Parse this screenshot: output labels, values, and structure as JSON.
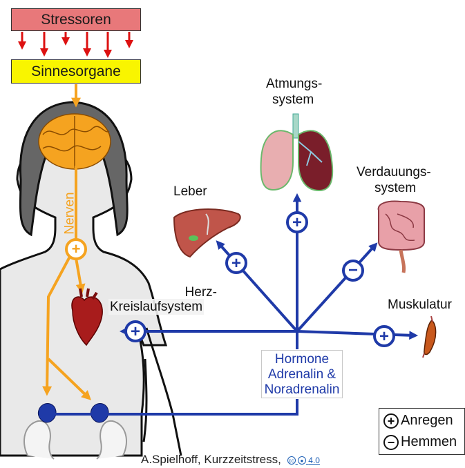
{
  "stressors": {
    "label": "Stressoren"
  },
  "senses": {
    "label": "Sinnesorgane"
  },
  "nerves": {
    "label": "Nerven"
  },
  "organs": {
    "atmung_line1": "Atmungs-",
    "atmung_line2": "system",
    "verdauung_line1": "Verdauungs-",
    "verdauung_line2": "system",
    "leber": "Leber",
    "muskulatur": "Muskulatur",
    "herz_line1": "Herz-",
    "herz_line2": "Kreislaufsystem"
  },
  "hormone": {
    "line1": "Hormone",
    "line2": "Adrenalin &",
    "line3": "Noradrenalin"
  },
  "legend": {
    "plus_symbol": "+",
    "plus_label": "Anregen",
    "minus_symbol": "−",
    "minus_label": "Hemmen"
  },
  "credit": {
    "text": "A.Spielhoff, Kurzzeitstress,",
    "license": "4.0",
    "cc_symbol": "cc"
  },
  "colors": {
    "nerve": "#f5a320",
    "hormone": "#1f3aa8",
    "stress": "#e8787a",
    "senses": "#f9f500"
  }
}
